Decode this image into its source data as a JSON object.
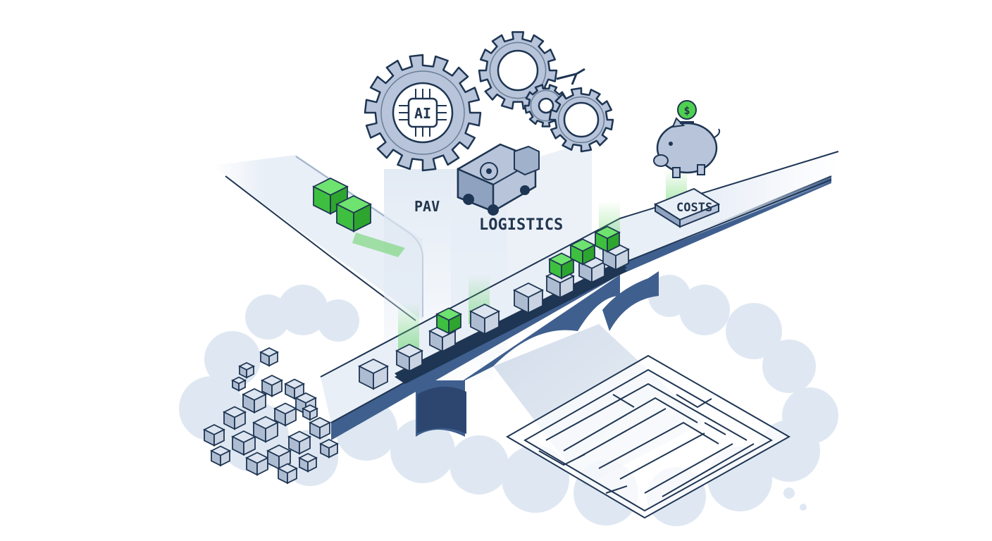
{
  "labels": {
    "ai_chip": "AI",
    "pav": "PAV",
    "logistics": "LOGISTICS",
    "costs": "COSTS",
    "coin": "$"
  },
  "colors": {
    "outline": "#1e3553",
    "bridge_dark": "#3f5f8f",
    "bridge_light": "#e9eff7",
    "gear_fill": "#b7c4d9",
    "cube_grey": "#c5d0e0",
    "cube_green": "#4fd14f",
    "cloud": "#dde7f1",
    "beam_green": "#b9efb9"
  },
  "icons": [
    "ai-chip-gear-icon",
    "gear-icon",
    "truck-icon",
    "piggy-bank-icon",
    "coin-icon",
    "maze-icon",
    "cube-icon",
    "cloud-icon"
  ]
}
